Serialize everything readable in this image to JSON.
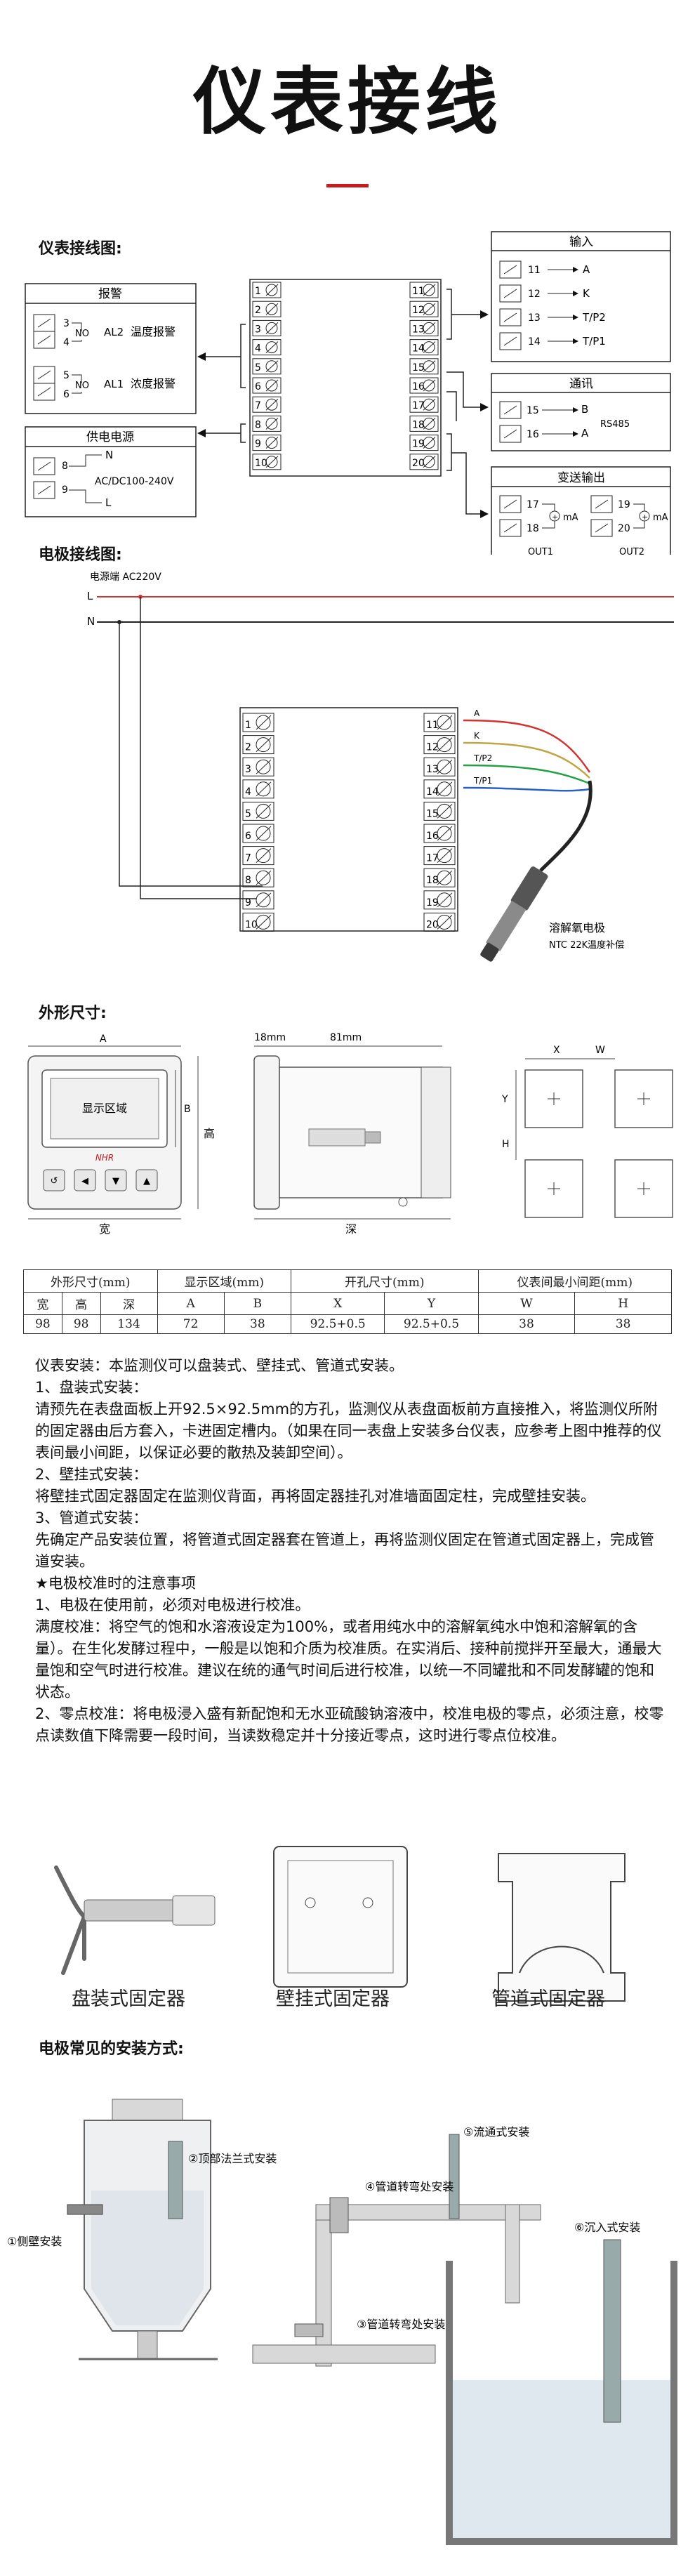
{
  "page_title": "仪表接线",
  "wiring": {
    "heading": "仪表接线图:",
    "alarm": {
      "title": "报警",
      "al2_no": "NO",
      "al2_name": "AL2",
      "al2_desc": "温度报警",
      "al1_no": "NO",
      "al1_name": "AL1",
      "al1_desc": "浓度报警",
      "t3": "3",
      "t4": "4",
      "t5": "5",
      "t6": "6"
    },
    "power": {
      "title": "供电电源",
      "n": "N",
      "l": "L",
      "spec": "AC/DC100-240V",
      "t8": "8",
      "t9": "9"
    },
    "input": {
      "title": "输入",
      "rows": [
        {
          "t": "11",
          "s": "A"
        },
        {
          "t": "12",
          "s": "K"
        },
        {
          "t": "13",
          "s": "T/P2"
        },
        {
          "t": "14",
          "s": "T/P1"
        }
      ]
    },
    "comm": {
      "title": "通讯",
      "t15": "15",
      "t16": "16",
      "b": "B",
      "a": "A",
      "proto": "RS485"
    },
    "transmit": {
      "title": "变送输出",
      "t17": "17",
      "t18": "18",
      "t19": "19",
      "t20": "20",
      "ma": "mA",
      "out1": "OUT1",
      "out2": "OUT2"
    },
    "left_terms": [
      "1",
      "2",
      "3",
      "4",
      "5",
      "6",
      "7",
      "8",
      "9",
      "10"
    ],
    "right_terms": [
      "11",
      "12",
      "13",
      "14",
      "15",
      "16",
      "17",
      "18",
      "19",
      "20"
    ]
  },
  "electrode": {
    "heading": "电极接线图:",
    "source": "电源端 AC220V",
    "l": "L",
    "n": "N",
    "wire_labels": [
      "A",
      "K",
      "T/P2",
      "T/P1"
    ],
    "probe_name": "溶解氧电极",
    "probe_sub": "NTC 22K温度补偿",
    "wire_colors": {
      "a": "#d23232",
      "k": "#bfa642",
      "tp2": "#26a046",
      "tp1": "#2860c8"
    }
  },
  "outline": {
    "heading": "外形尺寸:",
    "front_a": "A",
    "front_b": "B",
    "front_h": "高",
    "front_w": "宽",
    "display": "显示区域",
    "brand": "NHR",
    "side_18": "18mm",
    "side_81": "81mm",
    "side_depth": "深",
    "cut_x": "X",
    "cut_w": "W",
    "cut_y": "Y",
    "cut_h": "H"
  },
  "dim_table": {
    "groups": [
      "外形尺寸(mm)",
      "显示区域(mm)",
      "开孔尺寸(mm)",
      "仪表间最小间距(mm)"
    ],
    "headers": [
      "宽",
      "高",
      "深",
      "A",
      "B",
      "X",
      "Y",
      "W",
      "H"
    ],
    "values": [
      "98",
      "98",
      "134",
      "72",
      "38",
      "92.5+0.5",
      "92.5+0.5",
      "38",
      "38"
    ]
  },
  "notes": [
    "仪表安装：本监测仪可以盘装式、壁挂式、管道式安装。",
    "1、盘装式安装：",
    "请预先在表盘面板上开92.5×92.5mm的方孔，监测仪从表盘面板前方直接推入，将监测仪所附的固定器由后方套入，卡进固定槽内。（如果在同一表盘上安装多台仪表，应参考上图中推荐的仪表间最小间距，以保证必要的散热及装卸空间）。",
    "2、壁挂式安装：",
    "将壁挂式固定器固定在监测仪背面，再将固定器挂孔对准墙面固定柱，完成壁挂安装。",
    "3、管道式安装：",
    "先确定产品安装位置，将管道式固定器套在管道上，再将监测仪固定在管道式固定器上，完成管道安装。",
    "★电极校准时的注意事项",
    "1、电极在使用前，必须对电极进行校准。",
    "满度校准：将空气的饱和水溶液设定为100%，或者用纯水中的溶解氧纯水中饱和溶解氧的含量）。在生化发酵过程中，一般是以饱和介质为校准质。在实消后、接种前搅拌开至最大，通最大量饱和空气时进行校准。建议在统的通气时间后进行校准，以统一不同罐批和不同发酵罐的饱和状态。",
    "2、零点校准：将电极浸入盛有新配饱和无水亚硫酸钠溶液中，校准电极的零点，必须注意，校零点读数值下降需要一段时间，当读数稳定并十分接近零点，这时进行零点位校准。"
  ],
  "fixers": [
    "盘装式固定器",
    "壁挂式固定器",
    "管道式固定器"
  ],
  "install": {
    "heading": "电极常见的安装方式:",
    "labels": [
      "①侧壁安装",
      "②顶部法兰式安装",
      "③管道转弯处安装",
      "④管道转弯处安装",
      "⑤流通式安装",
      "⑥沉入式安装"
    ]
  }
}
